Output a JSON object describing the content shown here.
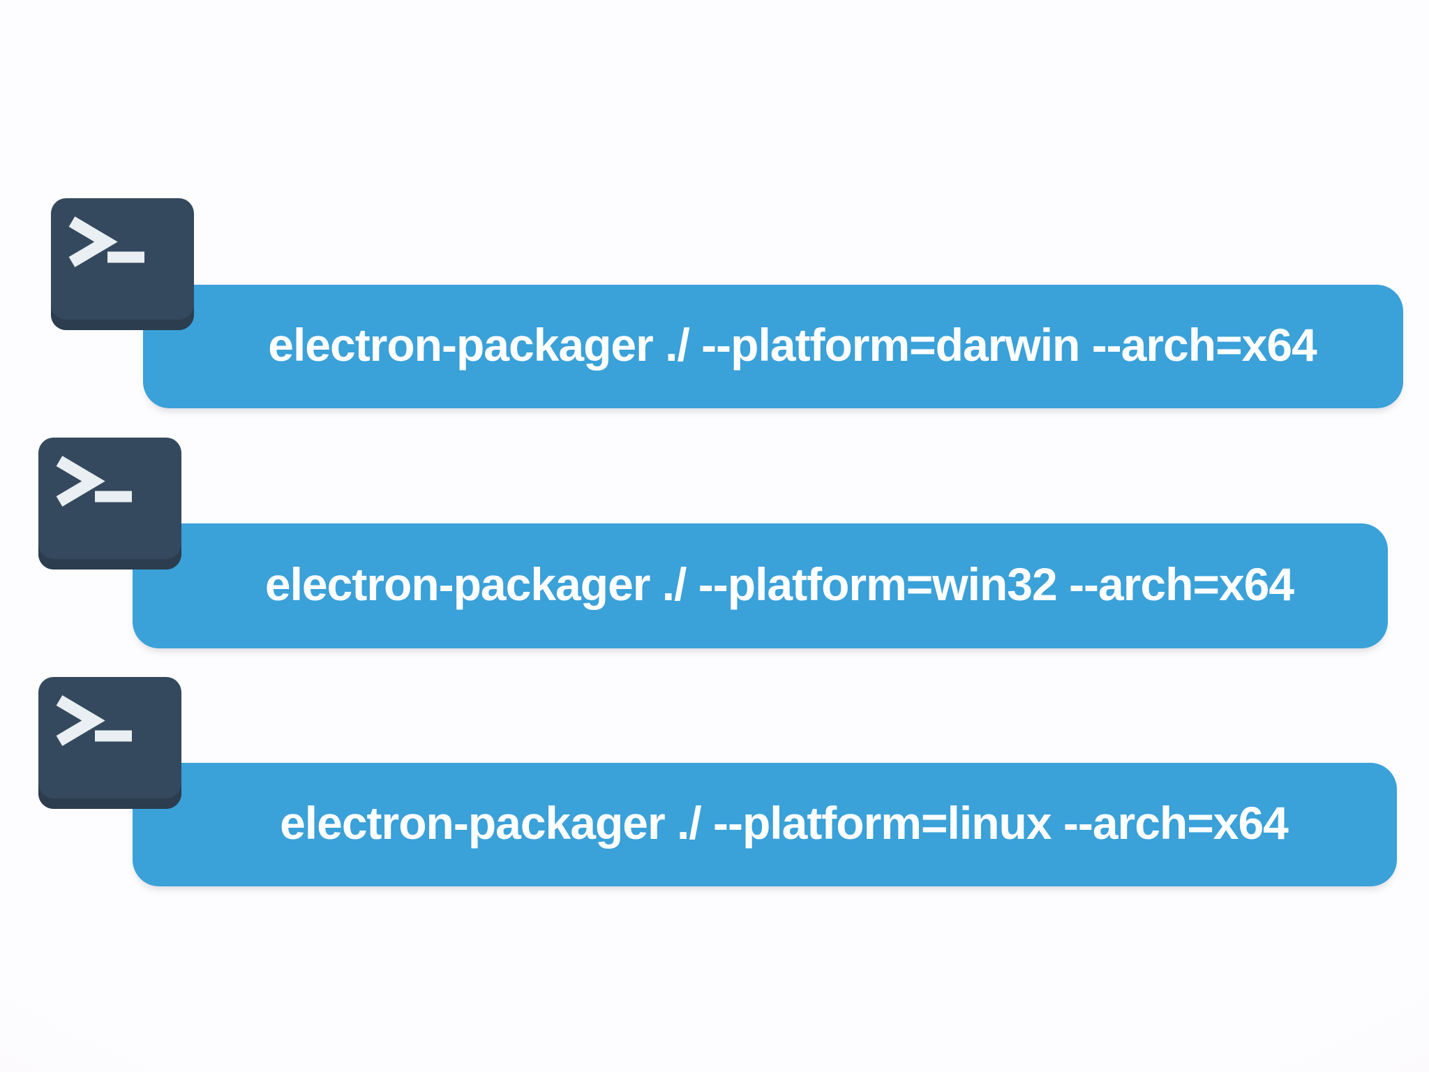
{
  "colors": {
    "icon_navy": "#34495E",
    "icon_navy_dark": "#2B3D4E",
    "glyph_light": "#E9EFF2",
    "bar_blue": "#3AA1D9",
    "command_text_color": "#FFFFFF",
    "background": "#FDFCFE",
    "background_edge": "#F3F1F6"
  },
  "rows": [
    {
      "icon": "terminal-icon",
      "command": "electron-packager ./ --platform=darwin --arch=x64"
    },
    {
      "icon": "terminal-icon",
      "command": "electron-packager ./ --platform=win32 --arch=x64"
    },
    {
      "icon": "terminal-icon",
      "command": "electron-packager ./ --platform=linux --arch=x64"
    }
  ]
}
